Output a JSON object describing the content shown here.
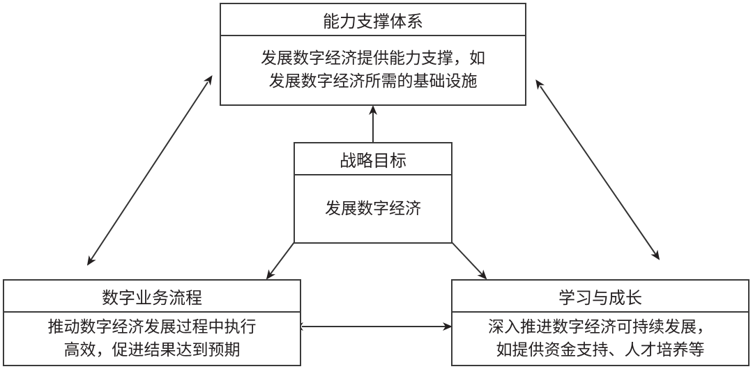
{
  "diagram": {
    "top_box": {
      "title": "能力支撑体系",
      "lines": [
        "发展数字经济提供能力支撑，如",
        "发展数字经济所需的基础设施"
      ]
    },
    "center_box": {
      "title": "战略目标",
      "lines": [
        "发展数字经济"
      ]
    },
    "left_box": {
      "title": "数字业务流程",
      "lines": [
        "推动数字经济发展过程中执行",
        "高效，促进结果达到预期"
      ]
    },
    "right_box": {
      "title": "学习与成长",
      "lines": [
        "深入推进数字经济可持续发展，",
        "如提供资金支持、人才培养等"
      ]
    },
    "connections": [
      {
        "from": "战略目标",
        "to": "能力支撑体系",
        "type": "one-way"
      },
      {
        "from": "战略目标",
        "to": "数字业务流程",
        "type": "one-way"
      },
      {
        "from": "战略目标",
        "to": "学习与成长",
        "type": "one-way"
      },
      {
        "from": "能力支撑体系",
        "to": "数字业务流程",
        "type": "two-way"
      },
      {
        "from": "能力支撑体系",
        "to": "学习与成长",
        "type": "two-way"
      },
      {
        "from": "数字业务流程",
        "to": "学习与成长",
        "type": "two-way"
      }
    ]
  }
}
